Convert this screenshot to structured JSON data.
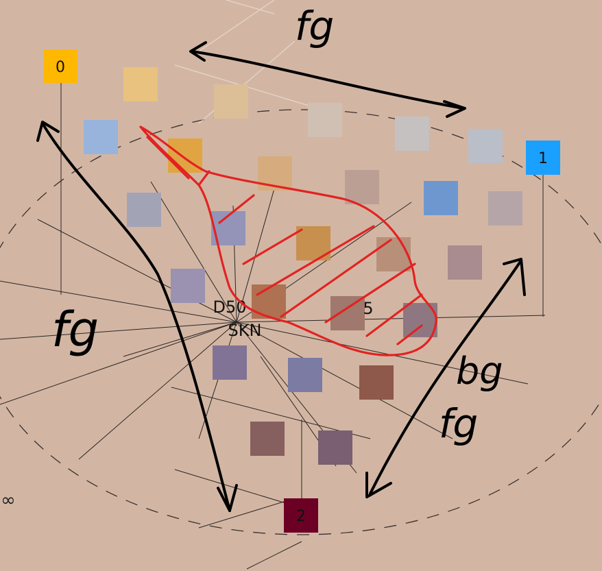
{
  "center_label": {
    "line1": "D50",
    "line2": "SKN"
  },
  "stray_label": "5",
  "infinity_label": "∞",
  "anchors": [
    {
      "id": "0",
      "color": "#ffb800"
    },
    {
      "id": "1",
      "color": "#1aa0ff"
    },
    {
      "id": "2",
      "color": "#6b0024"
    }
  ],
  "swatch_colors": [
    "#e8c27e",
    "#ddbf97",
    "#d0c0b3",
    "#c5c1c1",
    "#b9bec9",
    "#98b4dc",
    "#e0a542",
    "#d6ac7e",
    "#bc9f94",
    "#b5a5a8",
    "#a3a3b6",
    "#6e97d0",
    "#c8904e",
    "#b8907a",
    "#a88c8f",
    "#9a92b0",
    "#9394b8",
    "#ae7152",
    "#a0786d",
    "#8f7781",
    "#817395",
    "#7b7ba4",
    "#8e584a",
    "#86605f",
    "#7a5f72",
    "#765771",
    "#853a3b",
    "#753547"
  ],
  "annotations": {
    "fg_top": "fg",
    "fg_left": "fg",
    "bg_right": "bg",
    "fg_right": "fg"
  }
}
